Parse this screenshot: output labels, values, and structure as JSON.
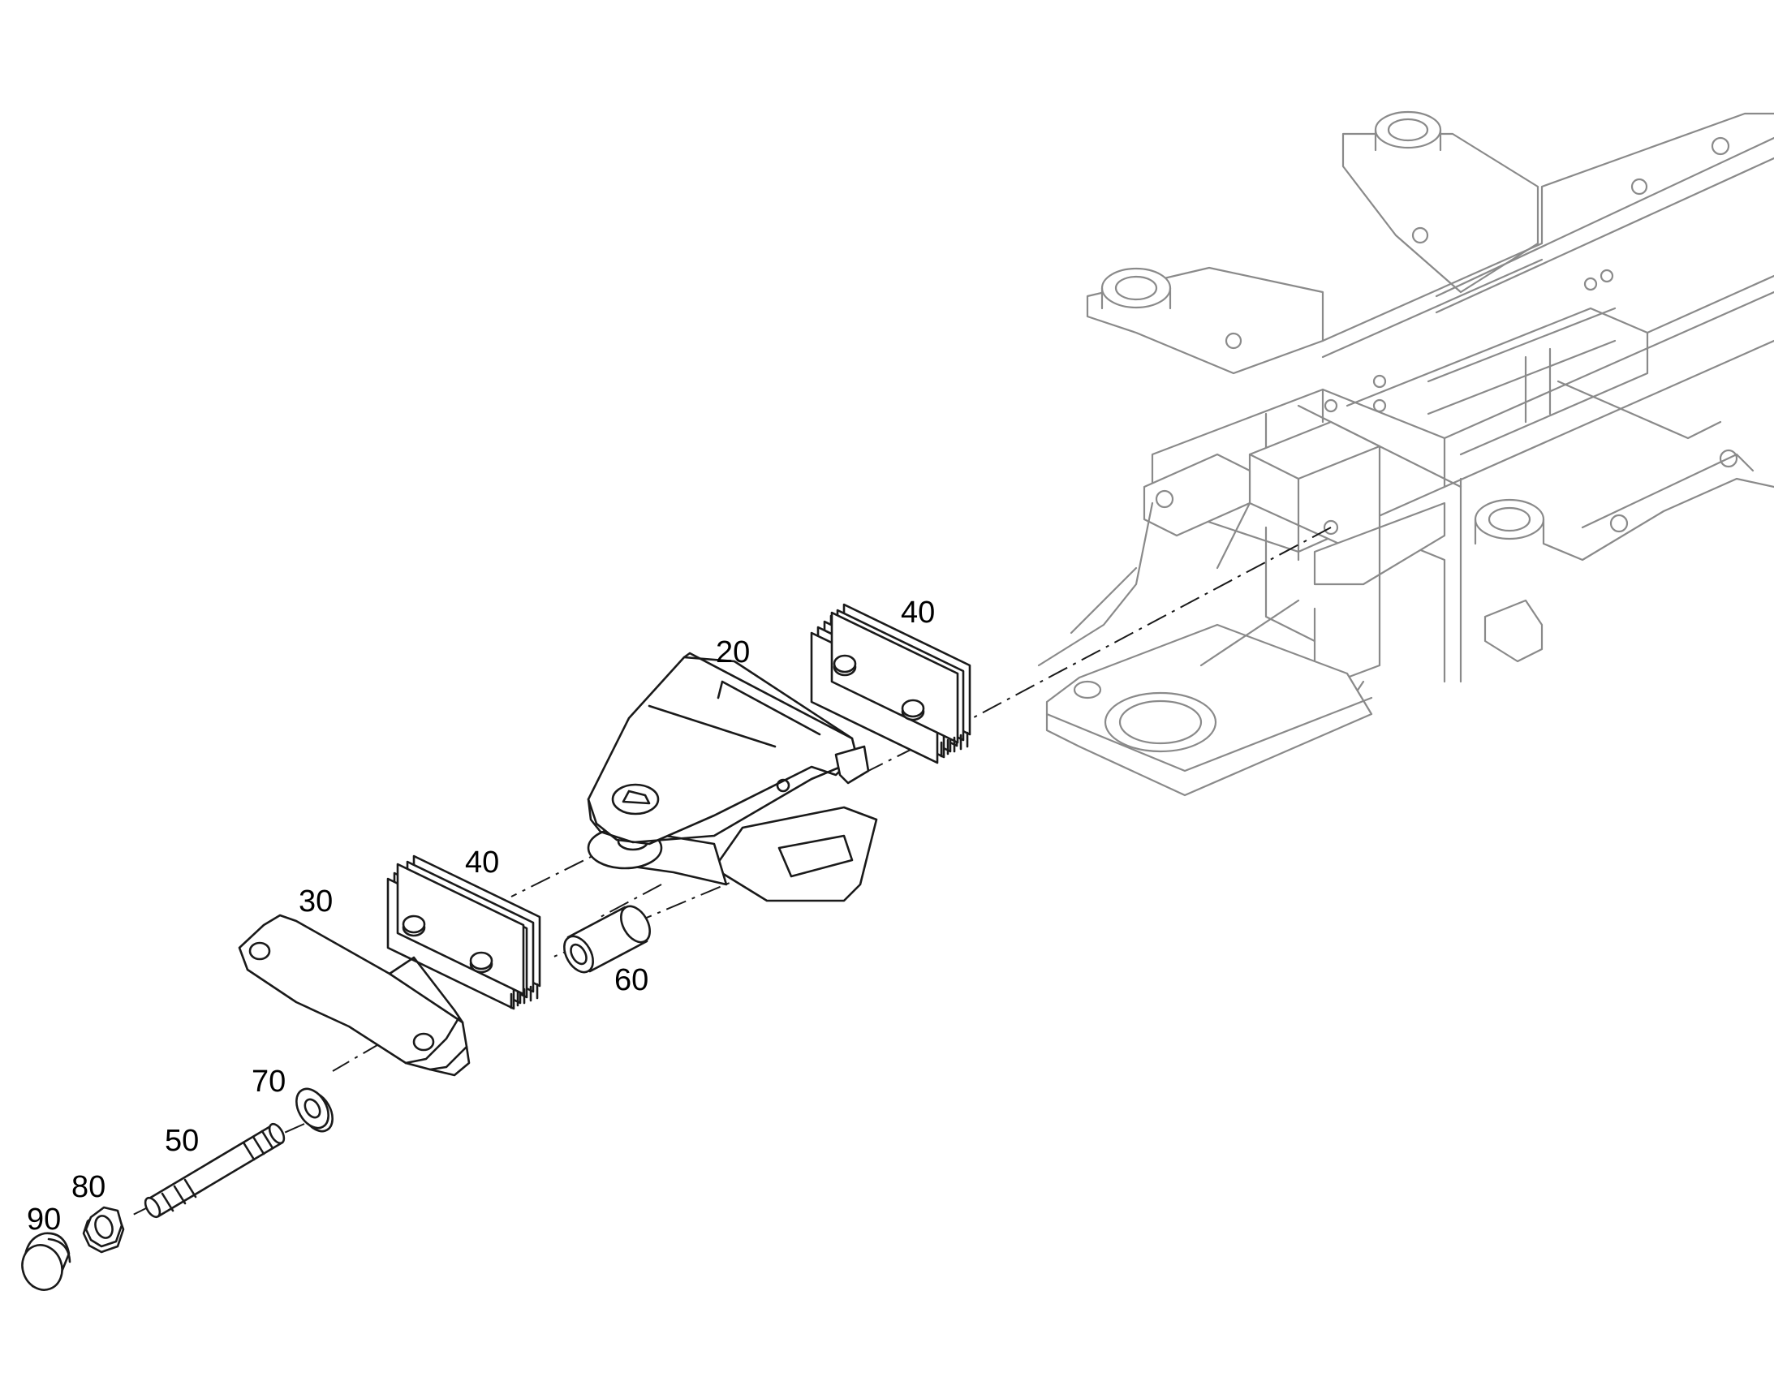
{
  "callouts": {
    "c20": "20",
    "c30": "30",
    "c40_right": "40",
    "c40_left": "40",
    "c50": "50",
    "c60": "60",
    "c70": "70",
    "c80": "80",
    "c90": "90"
  },
  "colors": {
    "line": "#1a1a1a",
    "frame_line": "#8a8a8a",
    "background": "#ffffff"
  }
}
